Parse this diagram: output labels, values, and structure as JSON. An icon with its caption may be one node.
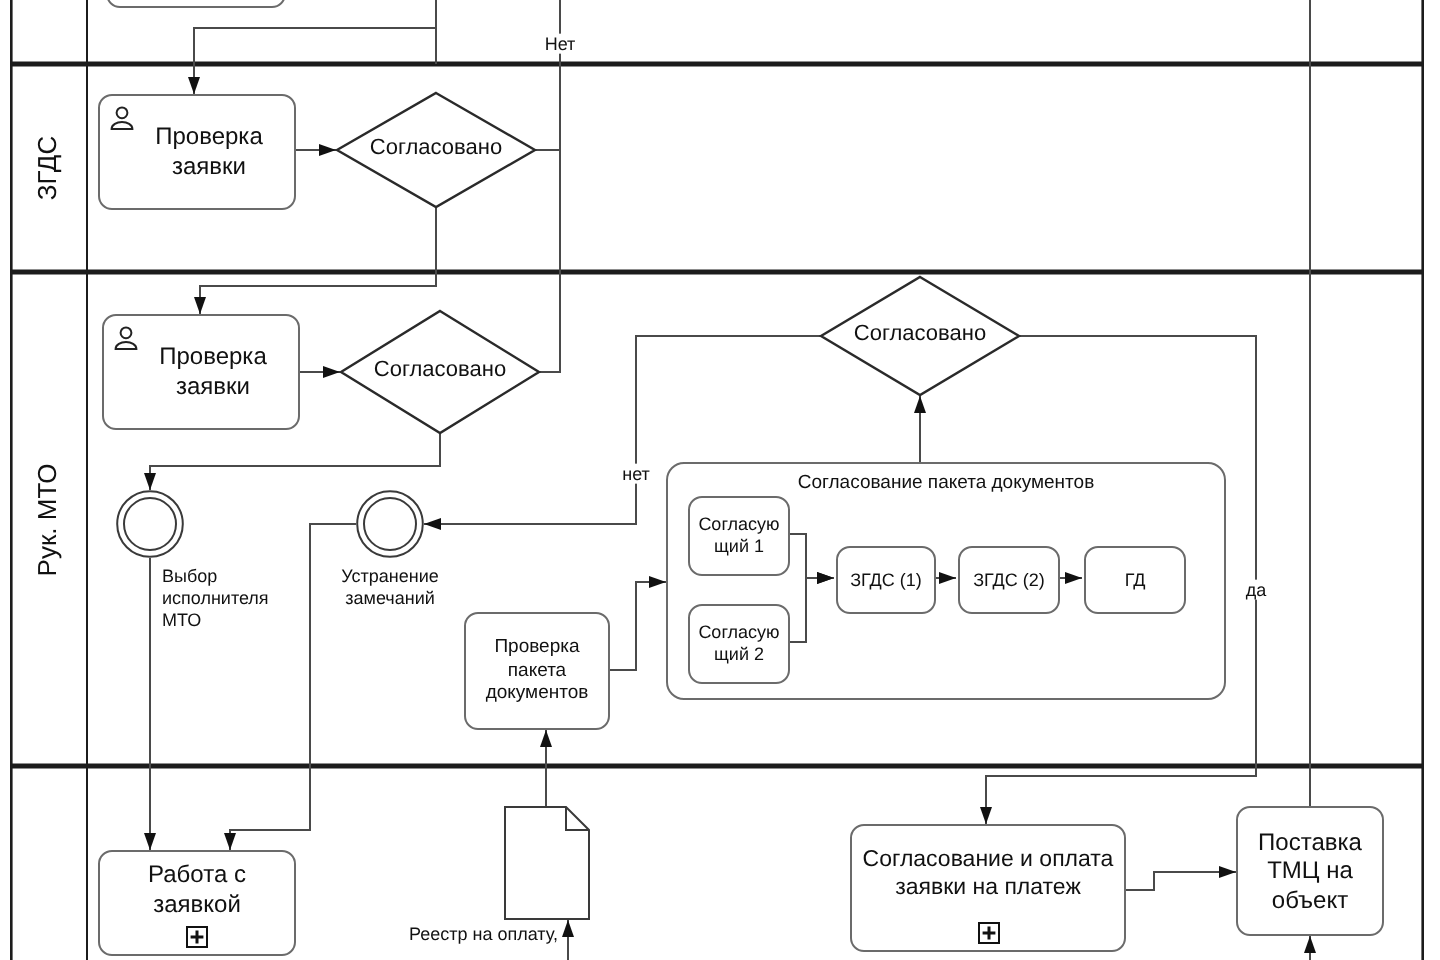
{
  "diagram": {
    "nodes": [
      {
        "text": [],
        "shape": "band"
      },
      {
        "text": [],
        "shape": "box",
        "in": 0
      },
      {
        "text": [
          "ЗГДС"
        ]
      },
      {
        "text": [
          "Проверка заявки"
        ],
        "in": 2
      },
      {
        "text": [
          "Согласовано"
        ],
        "in": 2
      },
      {
        "text": [
          "Рук. МТО"
        ]
      },
      {
        "text": [
          "Проверка заявки"
        ],
        "in": 5
      },
      {
        "text": [
          "Согласовано"
        ],
        "in": 5
      },
      {
        "text": [
          "Согласовано"
        ],
        "in": 5
      },
      {
        "text": [],
        "shape": "circle",
        "beside": [
          "Выбор исполнителя МТО"
        ],
        "in": 5
      },
      {
        "text": [],
        "shape": "circle",
        "beside": [
          "Устранение замечаний"
        ],
        "in": 5
      },
      {
        "text": [
          "Согласование пакета документов"
        ],
        "in": 5
      },
      {
        "text": [
          "Согласую щий 1"
        ],
        "in": 11
      },
      {
        "text": [
          "Согласую щий 2"
        ],
        "in": 11
      },
      {
        "text": [
          "ЗГДС (1)"
        ],
        "in": 11
      },
      {
        "text": [
          "ЗГДС (2)"
        ],
        "in": 11
      },
      {
        "text": [
          "ГД"
        ],
        "in": 11
      },
      {
        "text": [
          "Проверка пакета документов"
        ],
        "in": 5
      },
      {
        "text": [],
        "shape": "band"
      },
      {
        "text": [
          "Работа с заявкой"
        ],
        "in": 18
      },
      {
        "text": [],
        "shape": "document",
        "beside": [
          "Реестр на оплату,"
        ],
        "in": 18
      },
      {
        "text": [
          "Согласование и оплата заявки на платеж"
        ],
        "in": 18
      },
      {
        "text": [
          "Поставка ТМЦ на объект"
        ],
        "in": 18
      }
    ],
    "edges": [
      {
        "from": 0,
        "to": 3,
        "arrow": "to"
      },
      {
        "from": 3,
        "to": 4,
        "arrow": "to"
      },
      {
        "from": 4,
        "to": 6,
        "arrow": "to"
      },
      {
        "from": 4,
        "to": 0,
        "arrow": "none",
        "label": "Нет"
      },
      {
        "from": 7,
        "to": 0,
        "arrow": "none"
      },
      {
        "from": 6,
        "to": 7,
        "arrow": "to"
      },
      {
        "from": 7,
        "to": 9,
        "arrow": "to"
      },
      {
        "from": 9,
        "to": 19,
        "arrow": "to"
      },
      {
        "from": 10,
        "to": 19,
        "arrow": "to"
      },
      {
        "from": 8,
        "to": 10,
        "arrow": "to",
        "label": "нет"
      },
      {
        "from": 8,
        "to": 21,
        "arrow": "to",
        "label": "да"
      },
      {
        "from": 11,
        "to": 8,
        "arrow": "to"
      },
      {
        "from": 17,
        "to": 11,
        "arrow": "to"
      },
      {
        "from": 12,
        "to": 14,
        "arrow": "to"
      },
      {
        "from": 13,
        "to": 14,
        "arrow": "to"
      },
      {
        "from": 14,
        "to": 15,
        "arrow": "to"
      },
      {
        "from": 15,
        "to": 16,
        "arrow": "to"
      },
      {
        "from": 20,
        "to": 17,
        "arrow": "to"
      },
      {
        "from": null,
        "to": 20,
        "arrow": "to"
      },
      {
        "from": 21,
        "to": 22,
        "arrow": "to"
      },
      {
        "from": null,
        "to": 22,
        "arrow": "to"
      },
      {
        "from": 22,
        "to": 0,
        "arrow": "none"
      }
    ]
  }
}
